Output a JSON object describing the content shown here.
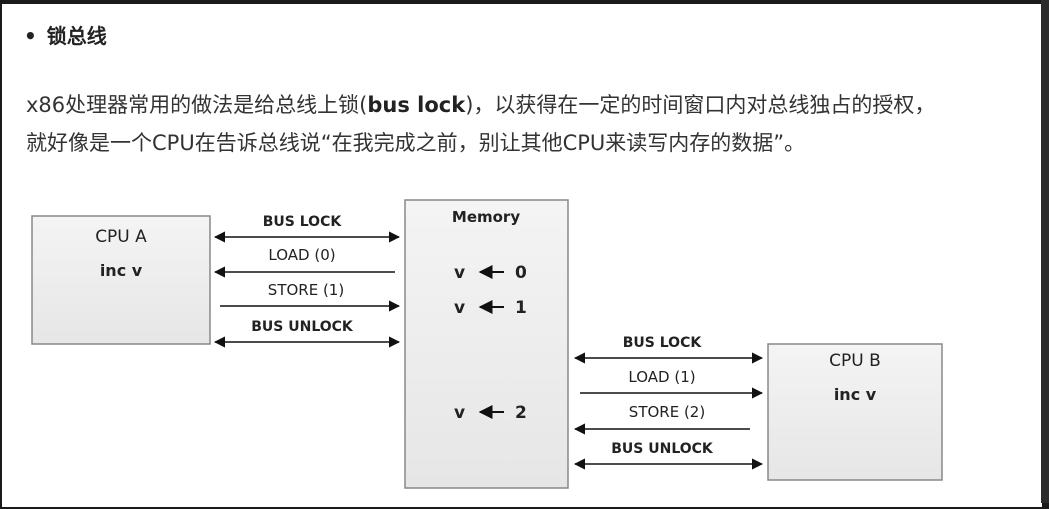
{
  "heading": {
    "bullet": "•",
    "title": "锁总线"
  },
  "paragraph": {
    "line1_prefix": "x86处理器常用的做法是给总线上锁(",
    "line1_bold": "bus lock",
    "line1_suffix": ")，以获得在一定的时间窗口内对总线独占的授权，",
    "line2": "就好像是一个CPU在告诉总线说“在我完成之前，别让其他CPU来读写内存的数据”。"
  },
  "diagram": {
    "cpu_a": {
      "name": "CPU A",
      "op": "inc v"
    },
    "cpu_b": {
      "name": "CPU B",
      "op": "inc v"
    },
    "memory": {
      "title": "Memory",
      "rows": [
        {
          "var": "v",
          "value": "0"
        },
        {
          "var": "v",
          "value": "1"
        },
        {
          "var": "v",
          "value": "2"
        }
      ]
    },
    "a_signals": [
      "BUS LOCK",
      "LOAD (0)",
      "STORE (1)",
      "BUS UNLOCK"
    ],
    "b_signals": [
      "BUS LOCK",
      "LOAD (1)",
      "STORE (2)",
      "BUS UNLOCK"
    ]
  }
}
